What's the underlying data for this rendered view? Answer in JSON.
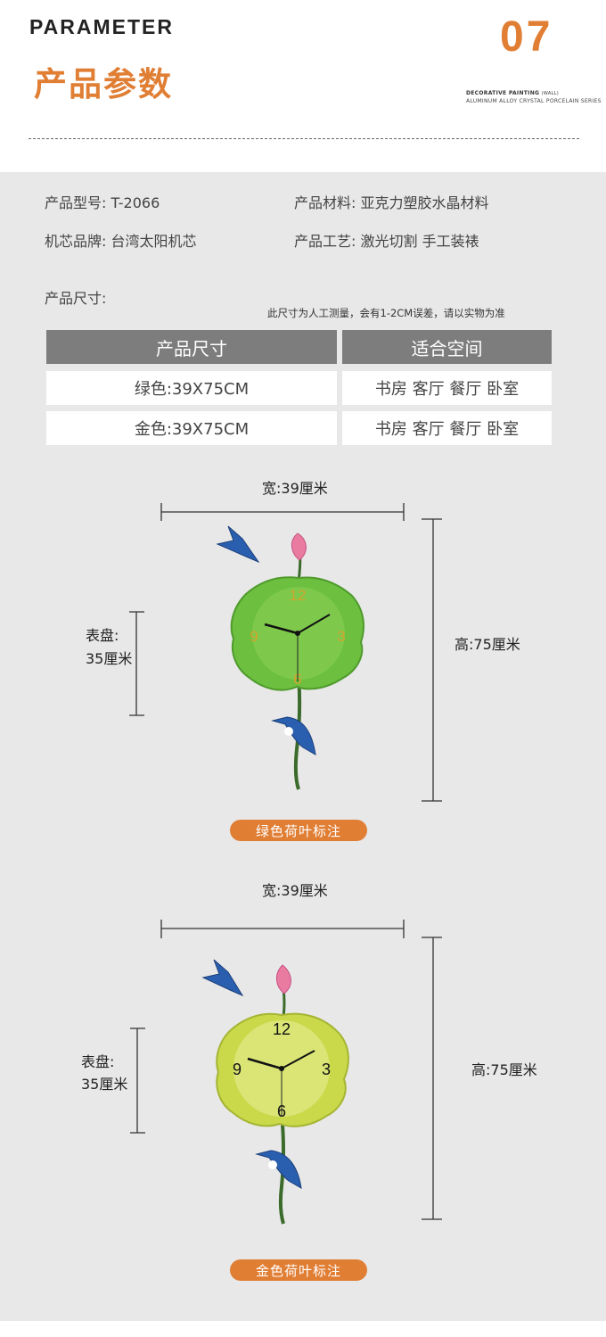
{
  "header": {
    "title_en": "PARAMETER",
    "title_cn": "产品参数",
    "number": "07",
    "subtitle_line1": "DECORATIVE PAINTING",
    "subtitle_small": "(WALL)",
    "subtitle_line2": "ALUMINUM ALLOY CRYSTAL PORCELAIN SERIES"
  },
  "specs": {
    "model": "产品型号: T-2066",
    "material": "产品材料:  亚克力塑胶水晶材料",
    "movement": "机芯品牌: 台湾太阳机芯",
    "craft": "产品工艺:  激光切割 手工装裱",
    "size_label": "产品尺寸:",
    "note": "此尺寸为人工测量，会有1-2CM误差，请以实物为准"
  },
  "table": {
    "headers": [
      "产品尺寸",
      "适合空间"
    ],
    "rows": [
      [
        "绿色:39X75CM",
        "书房 客厅 餐厅 卧室"
      ],
      [
        "金色:39X75CM",
        "书房 客厅 餐厅 卧室"
      ]
    ]
  },
  "diagrams": [
    {
      "width_label": "宽:39厘米",
      "dial_label_1": "表盘:",
      "dial_label_2": "35厘米",
      "height_label": "高:75厘米",
      "badge": "绿色荷叶标注",
      "leaf_color": "#6cbf3f",
      "numerals": [
        "12",
        "3",
        "6",
        "9"
      ]
    },
    {
      "width_label": "宽:39厘米",
      "dial_label_1": "表盘:",
      "dial_label_2": "35厘米",
      "height_label": "高:75厘米",
      "badge": "金色荷叶标注",
      "leaf_color": "#c9d94a",
      "numerals": [
        "12",
        "3",
        "6",
        "9"
      ]
    }
  ],
  "colors": {
    "accent": "#e07e34",
    "table_header": "#7d7d7d",
    "panel": "#e8e8e8"
  }
}
